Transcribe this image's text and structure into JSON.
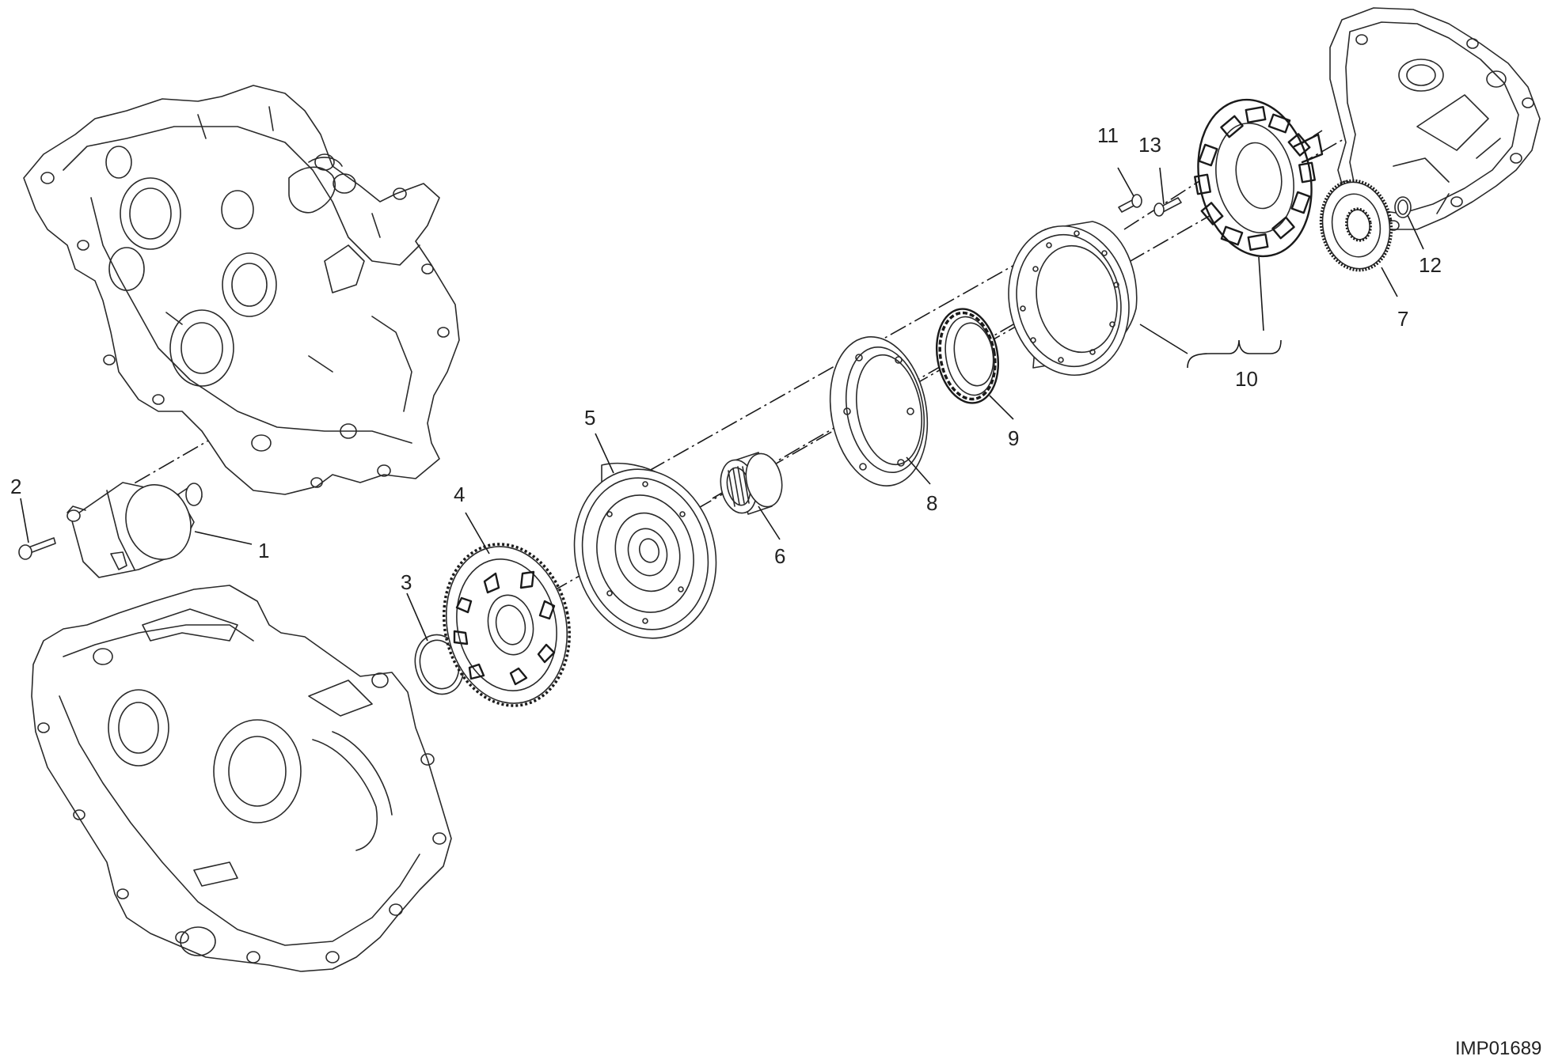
{
  "drawing_code": "IMP01689",
  "callouts": [
    {
      "id": "c1",
      "label": "1"
    },
    {
      "id": "c2",
      "label": "2"
    },
    {
      "id": "c3",
      "label": "3"
    },
    {
      "id": "c4",
      "label": "4"
    },
    {
      "id": "c5",
      "label": "5"
    },
    {
      "id": "c6",
      "label": "6"
    },
    {
      "id": "c7",
      "label": "7"
    },
    {
      "id": "c8",
      "label": "8"
    },
    {
      "id": "c9",
      "label": "9"
    },
    {
      "id": "c10",
      "label": "10"
    },
    {
      "id": "c11",
      "label": "11"
    },
    {
      "id": "c12",
      "label": "12"
    },
    {
      "id": "c13",
      "label": "13"
    }
  ],
  "parts": [
    {
      "name": "crankcase-upper-left"
    },
    {
      "name": "crankcase-lower-left"
    },
    {
      "name": "alternator-cover"
    },
    {
      "name": "starter-motor"
    },
    {
      "name": "screw"
    },
    {
      "name": "thrust-washer"
    },
    {
      "name": "starter-gear"
    },
    {
      "name": "flywheel"
    },
    {
      "name": "roller-cage"
    },
    {
      "name": "spacer-ring"
    },
    {
      "name": "freewheel-clutch"
    },
    {
      "name": "rotor"
    },
    {
      "name": "stator"
    },
    {
      "name": "idler-gear"
    },
    {
      "name": "circlip"
    }
  ],
  "colors": {
    "line": "#1a1a1a",
    "background": "#ffffff"
  }
}
